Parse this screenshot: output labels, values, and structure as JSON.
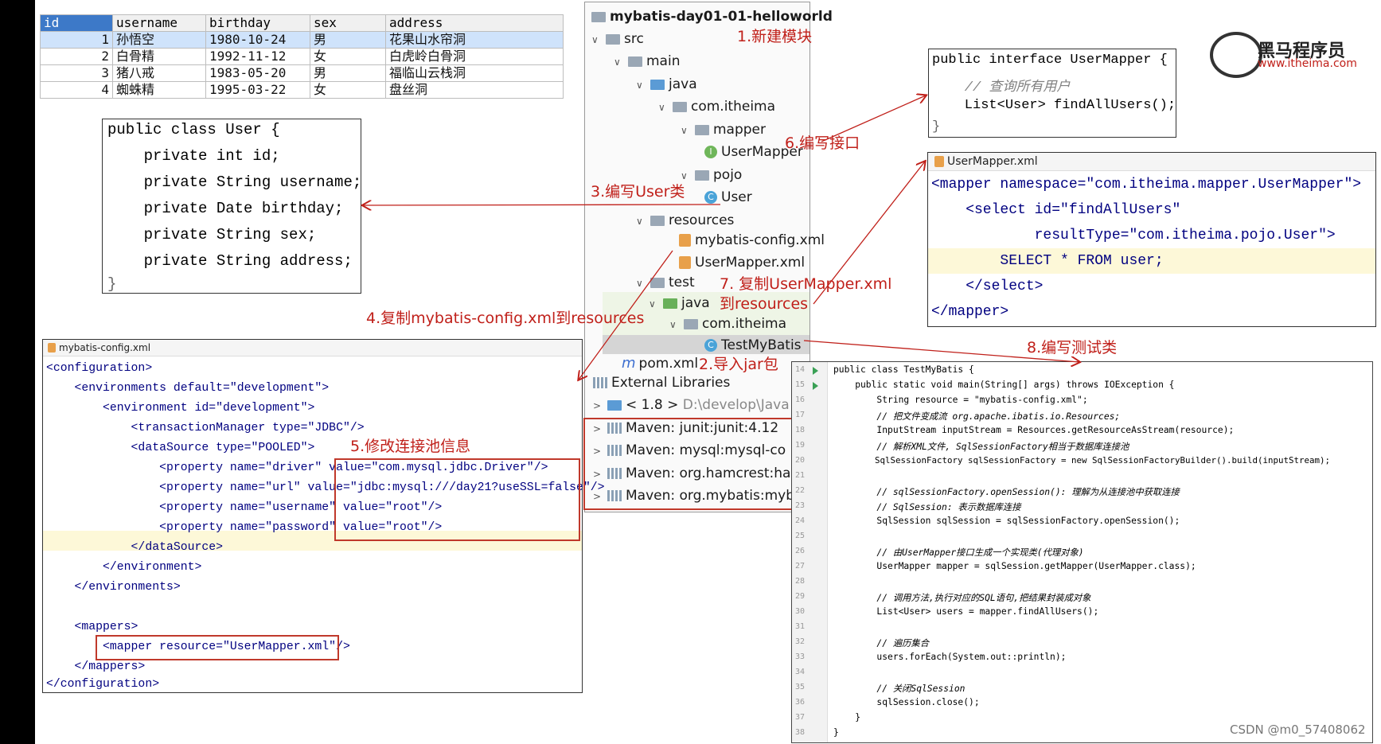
{
  "db_table": {
    "columns": [
      "id",
      "username",
      "birthday",
      "sex",
      "address"
    ],
    "rows": [
      [
        "1",
        "孙悟空",
        "1980-10-24",
        "男",
        "花果山水帘洞"
      ],
      [
        "2",
        "白骨精",
        "1992-11-12",
        "女",
        "白虎岭白骨洞"
      ],
      [
        "3",
        "猪八戒",
        "1983-05-20",
        "男",
        "福临山云栈洞"
      ],
      [
        "4",
        "蜘蛛精",
        "1995-03-22",
        "女",
        "盘丝洞"
      ]
    ]
  },
  "user_class": {
    "lines": [
      "public class User {",
      "    private int id;",
      "    private String username;",
      "    private Date birthday;",
      "    private String sex;",
      "    private String address;",
      "}"
    ]
  },
  "project_tree": {
    "root": "mybatis-day01-01-helloworld",
    "items": [
      "src",
      "main",
      "java",
      "com.itheima",
      "mapper",
      "UserMapper",
      "pojo",
      "User",
      "resources",
      "mybatis-config.xml",
      "UserMapper.xml",
      "test",
      "java",
      "com.itheima",
      "TestMyBatis",
      "pom.xml",
      "External Libraries",
      "< 1.8 >",
      "D:\\develop\\Java",
      "Maven: junit:junit:4.12",
      "Maven: mysql:mysql-co",
      "Maven: org.hamcrest:ha",
      "Maven: org.mybatis:myb"
    ]
  },
  "annotations": {
    "a1": "1.新建模块",
    "a2": "2.导入jar包",
    "a3": "3.编写User类",
    "a4": "4.复制mybatis-config.xml到resources",
    "a5": "5.修改连接池信息",
    "a6": "6.编写接口",
    "a7a": "7. 复制UserMapper.xml",
    "a7b": "到resources",
    "a8": "8.编写测试类"
  },
  "interface_code": {
    "lines": [
      "public interface UserMapper {",
      "    // 查询所有用户",
      "    List<User> findAllUsers();",
      "}"
    ]
  },
  "usermapper_xml": {
    "title": "UserMapper.xml",
    "lines": [
      "<mapper namespace=\"com.itheima.mapper.UserMapper\">",
      "    <select id=\"findAllUsers\"",
      "            resultType=\"com.itheima.pojo.User\">",
      "        SELECT * FROM user;",
      "    </select>",
      "</mapper>"
    ]
  },
  "config_xml": {
    "title": "mybatis-config.xml",
    "lines": [
      "<configuration>",
      "    <environments default=\"development\">",
      "        <environment id=\"development\">",
      "            <transactionManager type=\"JDBC\"/>",
      "            <dataSource type=\"POOLED\">",
      "                <property name=\"driver\" value=\"com.mysql.jdbc.Driver\"/>",
      "                <property name=\"url\" value=\"jdbc:mysql:///day21?useSSL=false\"/>",
      "                <property name=\"username\" value=\"root\"/>",
      "                <property name=\"password\" value=\"root\"/>",
      "            </dataSource>",
      "        </environment>",
      "    </environments>",
      "",
      "    <mappers>",
      "        <mapper resource=\"UserMapper.xml\"/>",
      "    </mappers>",
      "</configuration>"
    ]
  },
  "test_code": {
    "line_numbers": [
      "14",
      "15",
      "16",
      "17",
      "18",
      "19",
      "20",
      "21",
      "22",
      "23",
      "24",
      "25",
      "26",
      "27",
      "28",
      "29",
      "30",
      "31",
      "32",
      "33",
      "34",
      "35",
      "36",
      "37",
      "38"
    ],
    "lines": [
      "public class TestMyBatis {",
      "    public static void main(String[] args) throws IOException {",
      "        String resource = \"mybatis-config.xml\";",
      "        // 把文件变成流 org.apache.ibatis.io.Resources;",
      "        InputStream inputStream = Resources.getResourceAsStream(resource);",
      "        // 解析XML文件, SqlSessionFactory相当于数据库连接池",
      "        SqlSessionFactory sqlSessionFactory = new SqlSessionFactoryBuilder().build(inputStream);",
      "",
      "        // sqlSessionFactory.openSession(): 理解为从连接池中获取连接",
      "        // SqlSession: 表示数据库连接",
      "        SqlSession sqlSession = sqlSessionFactory.openSession();",
      "",
      "        // 由UserMapper接口生成一个实现类(代理对象)",
      "        UserMapper mapper = sqlSession.getMapper(UserMapper.class);",
      "",
      "        // 调用方法,执行对应的SQL语句,把结果封装成对象",
      "        List<User> users = mapper.findAllUsers();",
      "",
      "        // 遍历集合",
      "        users.forEach(System.out::println);",
      "",
      "        // 关闭SqlSession",
      "        sqlSession.close();",
      "    }",
      "}"
    ]
  },
  "logo": {
    "name": "黑马程序员",
    "url": "www.itheima.com"
  },
  "watermark": "CSDN @m0_57408062"
}
